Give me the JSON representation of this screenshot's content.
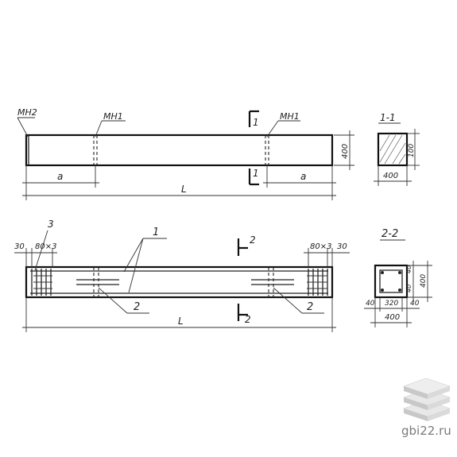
{
  "labels": {
    "mn2": "МН2",
    "mn1_left": "МН1",
    "mn1_right": "МН1",
    "section_1_top": "1",
    "section_1_bottom": "1",
    "section_1_1": "1-1",
    "dim_400_height": "400",
    "dim_a_left": "a",
    "dim_a_right": "a",
    "dim_l_top": "L",
    "dim_100_sec": "100",
    "dim_400_sec": "400",
    "callout_1": "1",
    "callout_2_left": "2",
    "callout_2_right": "2",
    "callout_3": "3",
    "dim_30_left": "30",
    "dim_80x3_left": "80×3",
    "dim_80x3_right": "80×3",
    "dim_30_right": "30",
    "section_2_top": "2",
    "section_2_bottom": "2",
    "dim_l_bottom": "L",
    "section_2_2": "2-2",
    "dim_40_right_a": "40",
    "dim_40_right_b": "40",
    "dim_400_right": "400",
    "dim_40_left": "40",
    "dim_320": "320",
    "dim_40_bottom": "40",
    "dim_400_bottom": "400"
  },
  "watermark": {
    "text": "gbi22.ru",
    "logo_icon": "stacked-slabs-icon"
  },
  "colors": {
    "ink": "#222222",
    "logo_light": "#e8e8e8",
    "logo_mid": "#c8c8c8",
    "watermark_text": "#7a7a7a"
  }
}
